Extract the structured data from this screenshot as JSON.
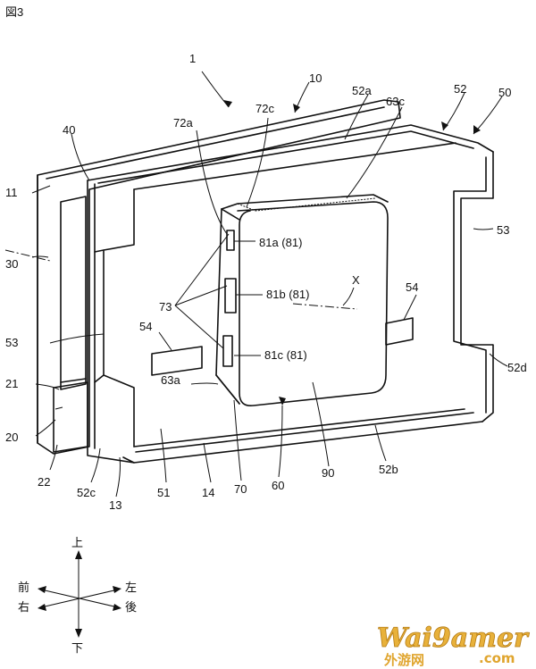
{
  "figure_label": "図3",
  "labels": {
    "l1": "1",
    "l10": "10",
    "l52a": "52a",
    "l52": "52",
    "l50": "50",
    "l72a": "72a",
    "l72c": "72c",
    "l63c": "63c",
    "l40": "40",
    "l11": "11",
    "l30": "30",
    "l53": "53",
    "l53r": "53",
    "l81a": "81a (81)",
    "l81b": "81b (81)",
    "l81c": "81c (81)",
    "l73": "73",
    "lX": "X",
    "l54": "54",
    "l54r": "54",
    "l21": "21",
    "l20": "20",
    "l52d": "52d",
    "l63a": "63a",
    "l22": "22",
    "l52c": "52c",
    "l13": "13",
    "l51": "51",
    "l14": "14",
    "l70": "70",
    "l60": "60",
    "l90": "90",
    "l52b": "52b"
  },
  "directions": {
    "up": "上",
    "down": "下",
    "front": "前",
    "right": "右",
    "left": "左",
    "back": "後"
  },
  "watermark": {
    "brand": "Wai9amer",
    "domain": ".com",
    "cn": "外游网"
  },
  "colors": {
    "line": "#111111",
    "watermark": "#e8b13a"
  }
}
